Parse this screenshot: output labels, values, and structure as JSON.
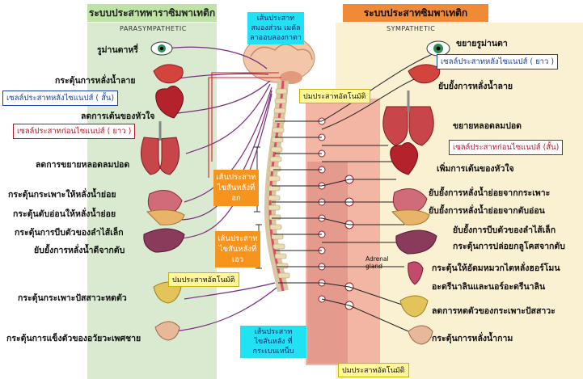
{
  "left": {
    "header": "ระบบประสาทพาราซิมพาเทติก",
    "subheader": "PARASYMPATHETIC",
    "labels": [
      "รูม่านตาหรี่",
      "กระตุ้นการหลั่งน้ำลาย",
      "ลดการเต้นของหัวใจ",
      "ลดการขยายหลอดลมปอด",
      "กระตุ้นกระเพาะให้หลั่งน้ำย่อย",
      "กระตุ้นตับอ่อนให้หลั่งน้ำย่อย",
      "กระตุ้นการบีบตัวของลำไส้เล็ก",
      "ยับยั้งการหลั่งน้ำดีจากตับ",
      "กระตุ้นกระเพาะปัสสาวะหดตัว",
      "กระตุ้นการแข็งตัวของอวัยวะเพศชาย"
    ],
    "postganglionic": "เซลล์ประสาทหลังไซแนปส์ ( สั้น)",
    "preganglionic": "เซลล์ประสาทก่อนไซแนปส์ ( ยาว )"
  },
  "right": {
    "header": "ระบบประสาทซิมพาเทติก",
    "subheader": "SYMPATHETIC",
    "labels": [
      "ขยายรูม่านตา",
      "ยับยั้งการหลั่งน้ำลาย",
      "ขยายหลอดลมปอด",
      "เพิ่มการเต้นของหัวใจ",
      "ยับยั้งการหลั่งน้ำย่อยจากกระเพาะ",
      "ยับยั้งการหลั่งน้ำย่อยจากตับอ่อน",
      "ยับยั้งการบีบตัวของลำไส้เล็ก",
      "กระตุ้นการปล่อยกลูโคสจากตับ",
      "กระตุ้นให้อัดมหมวกไตหลั่งฮอร์โมน",
      "อะดรีนาลินและนอร์อะดรีนาลิน",
      "ลดการหดตัวของกระเพาะปัสสาวะ",
      "กระตุ้นการหลั่งน้ำกาม"
    ],
    "postganglionic": "เซลล์ประสาทหลังไซแนปส์ ( ยาว )",
    "preganglionic": "เซลล์ประสาทก่อนไซแนปส์ (สั้น)",
    "adrenal": "Adrenal gland"
  },
  "center": {
    "brain_box": "เส้นประสาทสมองส่วน เมดัลลาออบลองกาตา",
    "ganglion_top": "ปมประสาทอัตโนมัติ",
    "ganglion_mid": "ปมประสาทอัตโนมัติ",
    "ganglion_bottom": "ปมประสาทอัตโนมัติ",
    "thoracic": "เส้นประสาท ไขสันหลังที่อก",
    "lumbar": "เส้นประสาท ไขสันหลังที่เอว",
    "sacral": "เส้นประสาทไขสันหลัง ที่กระเบนเหน็บ"
  }
}
